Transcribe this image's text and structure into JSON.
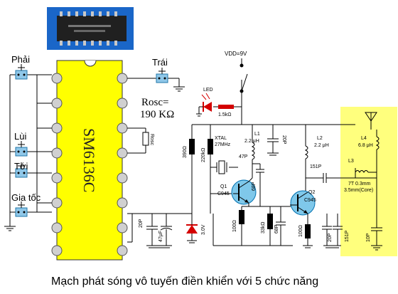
{
  "chip_label": "SM6136C",
  "switch_labels": {
    "phai": "Phải",
    "trai": "Trái",
    "lui": "Lùi",
    "toi": "Tới",
    "giatoc": "Gia tốc"
  },
  "rosc": {
    "line1": "Rosc=",
    "line2": "190 KΩ",
    "resistor": "Rosc"
  },
  "vdd": "VDD=9V",
  "led": {
    "label": "LED",
    "resistor": "1.5kΩ"
  },
  "crystal": {
    "line1": "XTAL",
    "line2": "27MHz"
  },
  "transistors": {
    "q1": "Q1",
    "q1_part": "C945",
    "q2": "Q2",
    "q2_part": "C945"
  },
  "inductors": {
    "l1": "L1",
    "l1_val": "2.2 μH",
    "l2": "L2",
    "l2_val": "2.2 μH",
    "l3": "L3",
    "l3_desc1": "7T 0.3mm",
    "l3_desc2": "3.5mm(Core)",
    "l4": "L4",
    "l4_val": "6.8 μH"
  },
  "components": {
    "r390": "390Ω",
    "r220k": "220kΩ",
    "r100a": "100Ω",
    "r100b": "100Ω",
    "r33k": "33kΩ",
    "c47p": "47P",
    "c20p_a": "20P",
    "c20p_b": "20P",
    "c20p_c": "20P",
    "c68p_a": "68P",
    "c68p_b": "68P",
    "c151p_a": "151P",
    "c151p_b": "151P",
    "c10p": "10P",
    "c47u": "47μF",
    "zener": "3.0V"
  },
  "caption": "Mạch phát sóng vô tuyến điền khiển với 5 chức năng"
}
